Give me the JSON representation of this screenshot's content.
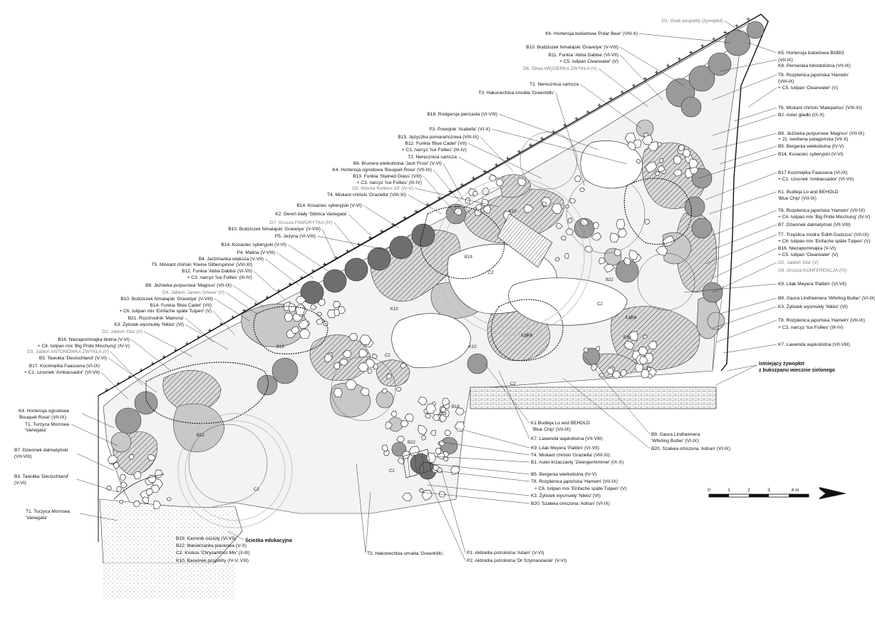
{
  "labels_top": [
    {
      "t": "D1. Grab pospolity (żywopłot)",
      "g": true
    },
    {
      "t": "K6. Hortensja bukietowa 'Polar Bear' (VIII-X)"
    },
    {
      "t": "B10. Bodziszek himalajski 'Gravetye' (V-VIII)"
    },
    {
      "t": "B11. Funkia 'Abba Dabba' (VI-VII)"
    },
    {
      "t": "+ C5. tulipan Clearwater' (V)"
    },
    {
      "t": "D6. Śliwa WĘGIERKA ZWYKŁA (V)",
      "g": true
    },
    {
      "t": "T2. Nerecznica samcza"
    },
    {
      "t": "T3. Hakonechloa smukła 'Greenhills'"
    },
    {
      "t": "B18. Rodgersja pierzasta (VI-VIII)"
    },
    {
      "t": "P3. Powojnik 'Arabella' (VI-X)"
    },
    {
      "t": "B15. Języczka pomarańczowa (VIII-IX)"
    },
    {
      "t": "B12. Funkia 'Blue Cadet' (VII)"
    },
    {
      "t": "+ C3. narcyz 'Ice Follies' (III-IV)"
    },
    {
      "t": "T2. Nerecznica samcza"
    },
    {
      "t": "B6. Brunera wielkolistna 'Jack Frost' (V-VI)"
    },
    {
      "t": "K4. Hortensja ogrodowa 'Bouquet Rose' (VII-IX)"
    },
    {
      "t": "B13. Funkia 'Stained Glass' (VIII)"
    },
    {
      "t": "+ C3. narcyz 'Ice Follies' (III-IV)"
    },
    {
      "t": "D5. Wiśnia 'Kellens 16' (IV-V)",
      "g": true
    },
    {
      "t": "T4. Miskant chiński 'Graziella' (VIII-XI)"
    },
    {
      "t": "B14. Kosaciec syberyjski (V-VI)"
    },
    {
      "t": "K2. Dereń biały 'Sibirica Variegata'"
    },
    {
      "t": "D7. Grusza FAWORYTKA (IV)",
      "g": true
    },
    {
      "t": "B10. Bodziszek himalajski 'Gravetye' (V-VIII)"
    },
    {
      "t": "P5. Jeżyna (VI-VIII)"
    },
    {
      "t": "B14. Kosaciec syberyjski (V-VI)"
    },
    {
      "t": "P4. Malina (V-VIII)"
    },
    {
      "t": "B4. Jarzmianka większa (V-VII)"
    },
    {
      "t": "T5. Miskant chiński 'Kleine Silberspinne' (VIII-XI)"
    },
    {
      "t": "B12. Funkia 'Abba Dabba' (VI-VII)"
    },
    {
      "t": "+ C3. narcyz 'Ice Follies' (III-IV)"
    },
    {
      "t": "B8. Jeżówka purpurowa 'Magnus' (VII-IX)"
    },
    {
      "t": "D4. Jabłoń 'James Grieve' (V)",
      "g": true
    },
    {
      "t": "B10. Bodziszek himalajski 'Gravetye' (V-VIII)"
    },
    {
      "t": "B14. Funkia 'Blue Cadet' (VII)"
    },
    {
      "t": "+ C6. tulipan mix 'Einfache späte Tulpen' (V)"
    },
    {
      "t": "B21. Rozchodnik 'Matrona'"
    },
    {
      "t": "K3. Żylistek wysmukły 'Nikko' (VI)"
    },
    {
      "t": "D2. Jabłoń 'Ola' (V)",
      "g": true
    },
    {
      "t": "B16. Niezapominajka błotna (V-VI)"
    },
    {
      "t": "+ C4. tulipan mix 'Big Pride Mischung' (IV-V)"
    },
    {
      "t": "D3. Jabłoń ANTONÓWKA ZWYKŁA (V)",
      "g": true
    },
    {
      "t": "B3. Tawułka 'Deutschland' (V-VI)"
    },
    {
      "t": "B17. Kocimiętka Faassena (VI-IX)"
    },
    {
      "t": "+ C1. czosnek 'Ambassador' (VI-VII)"
    }
  ],
  "labels_right": [
    {
      "t": "K5. Hortensja bukietowa BOBO"
    },
    {
      "t": "(VII-IX)"
    },
    {
      "t": "K8. Perowskia łobodolistna (VII-IX)"
    },
    {
      "t": "T8. Rozplenica japońska 'Hameln'"
    },
    {
      "t": "(VIII-IX)"
    },
    {
      "t": "+ C5. tulipan 'Clearwater' (V)"
    },
    {
      "t": "T6. Miskant chiński 'Malepartus' (VIII-XI)"
    },
    {
      "t": "B2. Aster gładki (IX-X)"
    },
    {
      "t": "B8. Jeżówka purpurowa 'Magnus' (VII-IX)"
    },
    {
      "t": "+ J1. werbena patagońska (VII-X)"
    },
    {
      "t": "B5. Bergenia wielkolistna (IV-V)"
    },
    {
      "t": "B14. Kosaciec syberyjski (V-VI)"
    },
    {
      "t": "B17 Kocimiętka Faassena (VI-IX)"
    },
    {
      "t": "+ C1. czosnek 'Ambassador' (VI-VII)"
    },
    {
      "t": "K1. Budleja Lo and BEHOLD"
    },
    {
      "t": "'Blue Chip' (VII-IX)"
    },
    {
      "t": "T8. Rozplenica japońska 'Hameln' (VII-IX)"
    },
    {
      "t": "+ C4. tulipan mix 'Big Pride Mischung' (IV-V)"
    },
    {
      "t": "B7. Dzwonek dalmatyński (VII-VIII)"
    },
    {
      "t": "T7. Trzęślica modra 'Edith Dudszus' (VII-IX)"
    },
    {
      "t": "+ C6. tulipan mix 'Einfache späte Tulpen' (V)"
    },
    {
      "t": "B16. Niezapominajka (V-VI)"
    },
    {
      "t": "+ C5. tulipan 'Clearwater' (V)"
    },
    {
      "t": "D2. Jabłoń 'Ola' (V)",
      "g": true
    },
    {
      "t": "D8. Grusza KONFERENCJA (IV)",
      "g": true
    },
    {
      "t": "K9. Lilak Meyera 'Palibin' (VI-VII)"
    },
    {
      "t": "B9. Gaura Lindheimera 'Whirling Butter' (VI-IX)"
    },
    {
      "t": "K3. Żylistek wysmukły 'Nikko' (VI)"
    },
    {
      "t": "T8. Rozplenica japońska 'Hameln' (VII-IX)"
    },
    {
      "t": "+ C3. narcyz 'Ice Follies' (III-IV)"
    },
    {
      "t": "K7. Lawenda wąskolistna (VII-VIII)"
    }
  ],
  "hedge_note": [
    "Istniejący żywopłot",
    "z bukszpanu wiecznie zielonego"
  ],
  "labels_left": [
    {
      "t": "K4. Hortensja ogrodowa"
    },
    {
      "t": "'Bouquet Rose' (VII-IX)"
    },
    {
      "t": "T1. Turzyca Morrowa"
    },
    {
      "t": "'Variegata'"
    },
    {
      "t": "B7. Dzwonek dalmatyński"
    },
    {
      "t": "(VII-VIII)"
    },
    {
      "t": "B3. Tawułka 'Deutschland'"
    },
    {
      "t": "(V-VI)"
    },
    {
      "t": "T1. Turzyca Morrowa"
    },
    {
      "t": "'Variegata'"
    }
  ],
  "labels_center": [
    {
      "t": "K1.Budleja Lo and BEHOLD"
    },
    {
      "t": "'Blue Chip' (VII-IX)"
    },
    {
      "t": "K7. Lawenda wąskolistna (VII-VIII)"
    },
    {
      "t": "K9. Lilak Meyera 'Palibin' (VI-VII)"
    },
    {
      "t": "T4. Miskant chiński 'Graziella' (VIII-XI)"
    },
    {
      "t": "B1. Aster krzaczasty 'Zwergenhimmel' (IX-X)"
    },
    {
      "t": "B5. Bergenia wielkolistna (IV-V)"
    },
    {
      "t": "T8. Rozplenica japońska 'Hameln' (VII-IX)"
    },
    {
      "t": "+ C6. tulipan mix 'Einfache späte Tulpen' (V)"
    },
    {
      "t": "K3. Żylistek wysmukły 'Nikko' (VI)"
    },
    {
      "t": "B20. Szałwia omszona 'Adrian' (VI-IX)"
    }
  ],
  "labels_mid": [
    {
      "t": "B9. Gaura Lindheimera"
    },
    {
      "t": "'Whirling Butter' (VI-IX)"
    },
    {
      "t": "B20. Szałwia omszona 'Adrian' (VI-IX)"
    }
  ],
  "labels_bottom": [
    {
      "t": "B19. Karmnik ościsty (VI-VII)"
    },
    {
      "t": "B22. Macierzanka piaskowa (V-X)"
    },
    {
      "t": "C2. Krokus 'Chrysanthus Mix' (II-III)"
    },
    {
      "t": "K10. Barwinek pospolity (IV-V, VIII)"
    }
  ],
  "path_label": "Ścieżka edukacyjna",
  "labels_bottom2": [
    {
      "t": "T3. Hakonechloa smukła 'Greenhills',"
    },
    {
      "t": "P1. Aktinidia pstrolistna 'Adam' (V-VI)"
    },
    {
      "t": "P2. Aktinidia pstrolistna 'Dr Szymanowski' (V-VI)"
    }
  ],
  "scale": {
    "ticks": [
      "0",
      "1",
      "2",
      "3",
      "4 m"
    ]
  },
  "map_texts": [
    {
      "t": "Łąka"
    },
    {
      "t": "Łąka"
    },
    {
      "t": "B19"
    },
    {
      "t": "B19"
    },
    {
      "t": "B19"
    },
    {
      "t": "B22"
    },
    {
      "t": "B22"
    },
    {
      "t": "B22"
    },
    {
      "t": "K10"
    },
    {
      "t": "K10"
    },
    {
      "t": "K10"
    },
    {
      "t": "C2"
    },
    {
      "t": "C2"
    },
    {
      "t": "C2"
    },
    {
      "t": "C2"
    },
    {
      "t": "B18"
    },
    {
      "t": "B19"
    },
    {
      "t": "C2"
    },
    {
      "t": "C2"
    }
  ]
}
